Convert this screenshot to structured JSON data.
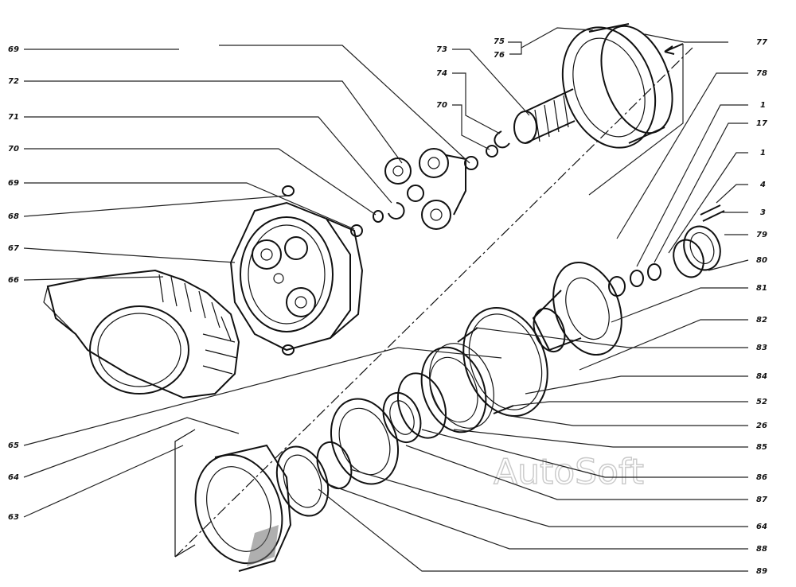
{
  "labels": {
    "l69a": "69",
    "l72": "72",
    "l71": "71",
    "l70a": "70",
    "l69b": "69",
    "l68": "68",
    "l67": "67",
    "l66": "66",
    "l65": "65",
    "l64": "64",
    "l63": "63",
    "l73": "73",
    "l74": "74",
    "l70b": "70",
    "l75": "75",
    "l76": "76",
    "l77": "77",
    "l78": "78",
    "l1a": "1",
    "l17": "17",
    "l1b": "1",
    "l4": "4",
    "l3": "3",
    "l79": "79",
    "l80": "80",
    "l81": "81",
    "l82": "82",
    "l83": "83",
    "l84": "84",
    "l52": "52",
    "l26": "26",
    "l85": "85",
    "l86": "86",
    "l87": "87",
    "l64b": "64",
    "l88": "88",
    "l89": "89"
  },
  "watermark": "AutoSoft"
}
